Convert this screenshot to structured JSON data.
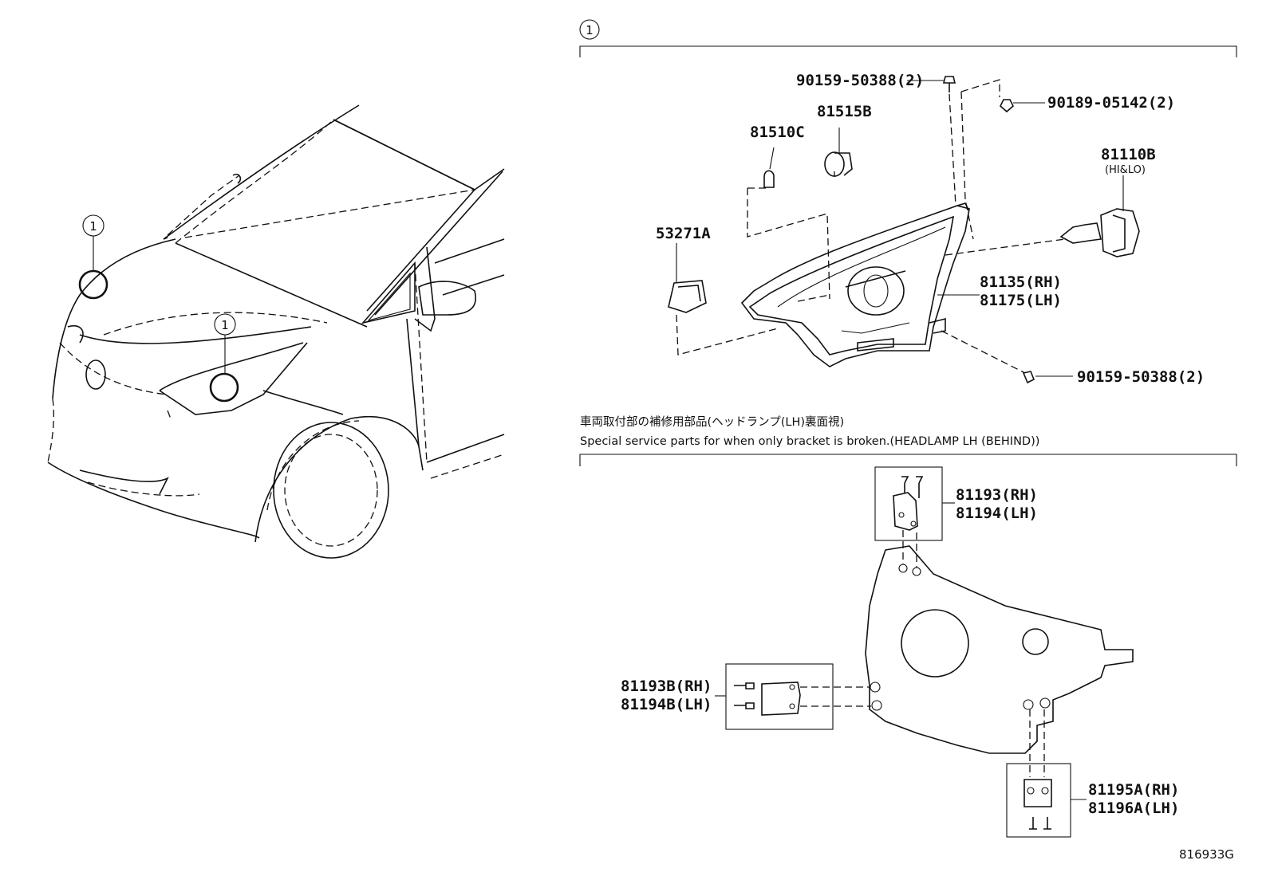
{
  "callout_marker": "1",
  "section_header": {
    "marker": "1"
  },
  "parts_top": [
    {
      "id": "p-90159-50388-top",
      "label": "90159-50388(2)"
    },
    {
      "id": "p-90189-05142",
      "label": "90189-05142(2)"
    },
    {
      "id": "p-81515b",
      "label": "81515B"
    },
    {
      "id": "p-81510c",
      "label": "81510C"
    },
    {
      "id": "p-81110b",
      "label": "81110B",
      "sub": "(HI&LO)"
    },
    {
      "id": "p-53271a",
      "label": "53271A"
    },
    {
      "id": "p-81135",
      "label": "81135(RH)"
    },
    {
      "id": "p-81175",
      "label": "81175(LH)"
    },
    {
      "id": "p-90159-50388-bottom",
      "label": "90159-50388(2)"
    }
  ],
  "note": {
    "jp": "車両取付部の補修用部品(ヘッドランプ(LH)裏面視)",
    "en": "Special service parts for when only bracket is broken.(HEADLAMP LH (BEHIND))"
  },
  "parts_bottom": [
    {
      "id": "p-81193",
      "label": "81193(RH)"
    },
    {
      "id": "p-81194",
      "label": "81194(LH)"
    },
    {
      "id": "p-81193b",
      "label": "81193B(RH)"
    },
    {
      "id": "p-81194b",
      "label": "81194B(LH)"
    },
    {
      "id": "p-81195a",
      "label": "81195A(RH)"
    },
    {
      "id": "p-81196a",
      "label": "81196A(LH)"
    }
  ],
  "diagram_code": "816933G"
}
